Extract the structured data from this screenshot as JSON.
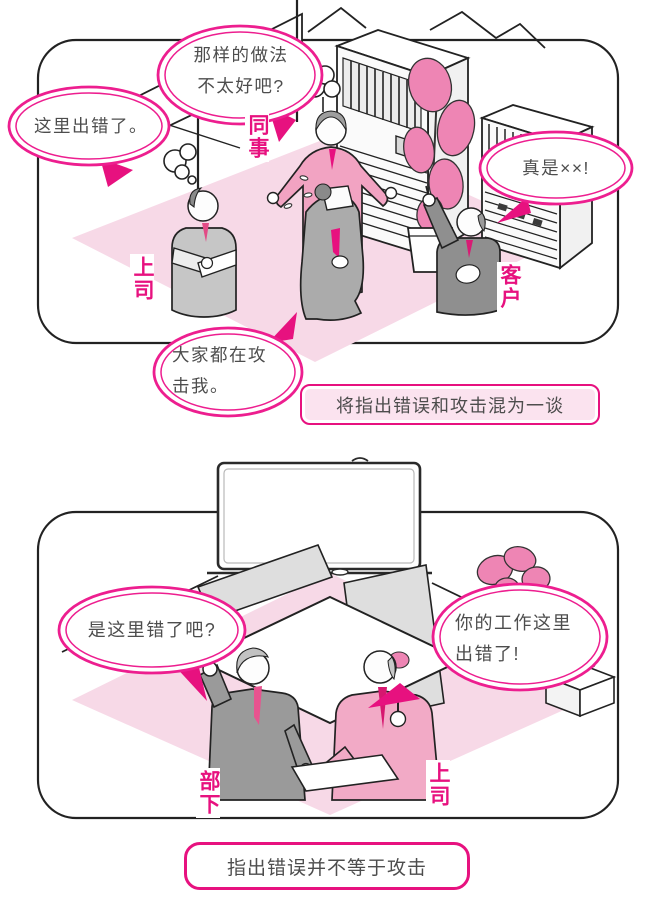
{
  "colors": {
    "accent_magenta": "#E7117F",
    "bubble_outline": "#ED1E8F",
    "floor_pink": "#F7D9E7",
    "caption_fill": "#FBE3EF",
    "jacket_pink": "#F2A3C2",
    "plant_pink": "#EE85B4",
    "suit_gray": "#C6C6C6",
    "suit_gray_dark": "#8F8F8F",
    "text_gray": "#4D4D4D"
  },
  "panel1": {
    "bubbles": {
      "boss_says": {
        "lines": [
          "这里出错了。"
        ]
      },
      "colleague_says": {
        "lines": [
          "那样的做法",
          "不太好吧?"
        ]
      },
      "customer_says": {
        "lines": [
          "真是××!"
        ]
      },
      "victim_thinks": {
        "lines": [
          "大家都在攻",
          "击我。"
        ]
      }
    },
    "labels": {
      "colleague": "同事",
      "boss": "上司",
      "customer": "客户"
    },
    "caption": "将指出错误和攻击混为一谈"
  },
  "panel2": {
    "bubbles": {
      "subordinate_says": {
        "lines": [
          "是这里错了吧?"
        ]
      },
      "boss_says": {
        "lines": [
          "你的工作这里",
          "出错了!"
        ]
      }
    },
    "labels": {
      "subordinate": "部下",
      "boss": "上司"
    },
    "caption": "指出错误并不等于攻击"
  }
}
